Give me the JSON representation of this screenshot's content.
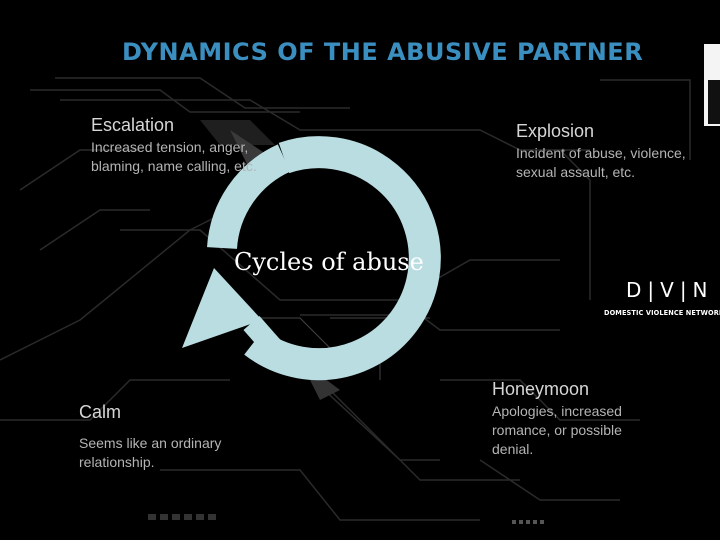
{
  "title": "DYNAMICS OF THE ABUSIVE PARTNER",
  "center_label": "Cycles of abuse",
  "stages": {
    "escalation": {
      "name": "Escalation",
      "desc": "Increased tension, anger, blaming, name calling, etc."
    },
    "explosion": {
      "name": "Explosion",
      "desc": "Incident of abuse, violence, sexual assault, etc."
    },
    "honeymoon": {
      "name": "Honeymoon",
      "desc": "Apologies, increased romance, or possible denial."
    },
    "calm": {
      "name": "Calm",
      "desc": "Seems like an ordinary relationship."
    }
  },
  "logo": {
    "letters": "D|V|N",
    "subtitle": "DOMESTIC VIOLENCE NETWORK"
  },
  "colors": {
    "title": "#3b8fc0",
    "cycle_arrow": "#b9dde1",
    "background": "#000000"
  },
  "icons": [
    "cycle-arrow-icon",
    "dvn-logo"
  ]
}
